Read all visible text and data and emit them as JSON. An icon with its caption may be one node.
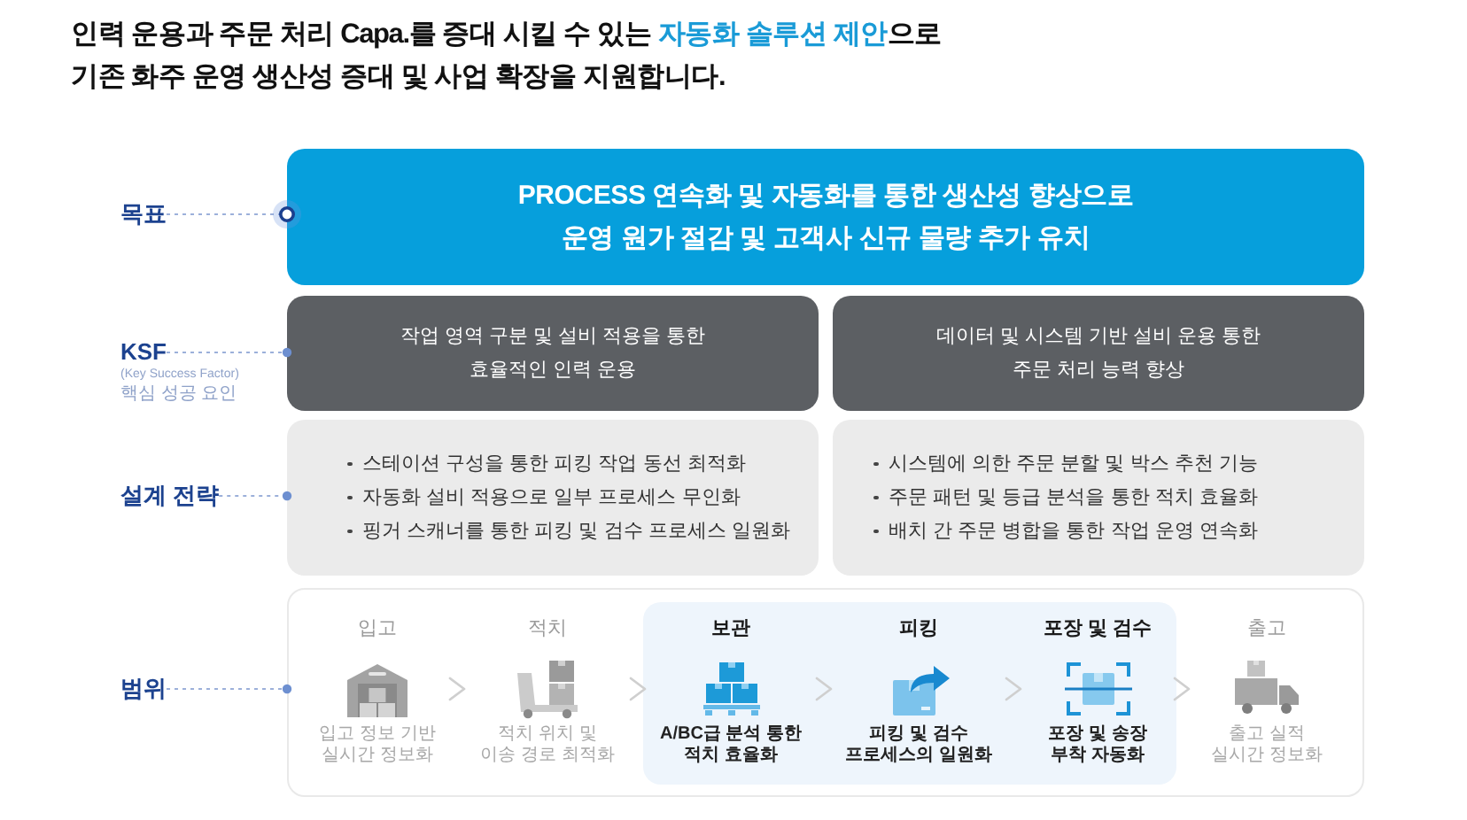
{
  "diagram": {
    "title": "인력 운용과 주문 처리 Capa.를 증대 시킬 수 있는 **자동화 솔루션 제안**으로 기존 화주 운영 생산성 증대 및 사업 확장을 지원합니다.",
    "nodes": [
      {
        "text": [
          "목표"
        ]
      },
      {
        "text": [
          "PROCESS 연속화 및 자동화를 통한 생산성 향상으로 운영 원가 절감 및 고객사 신규 물량 추가 유치"
        ]
      },
      {
        "text": [
          "KSF"
        ],
        "beside": [
          "(Key Success Factor)",
          "핵심 성공 요인"
        ]
      },
      {
        "text": [
          "작업 영역 구분 및 설비 적용을 통한 효율적인 인력 운용"
        ]
      },
      {
        "text": [
          "데이터 및 시스템 기반 설비 운용 통한 주문 처리 능력 향상"
        ]
      },
      {
        "text": [
          "설계 전략"
        ]
      },
      {
        "text": [
          "스테이션 구성을 통한 피킹 작업 동선 최적화",
          "자동화 설비 적용으로 일부 프로세스 무인화",
          "핑거 스캐너를 통한 피킹 및 검수 프로세스 일원화"
        ]
      },
      {
        "text": [
          "시스템에 의한 주문 분할 및 박스 추천 기능",
          "주문 패턴 및 등급 분석을 통한 적치 효율화",
          "배치 간 주문 병합을 통한 작업 운영 연속화"
        ]
      },
      {
        "text": [
          "범위"
        ]
      },
      {
        "text": [],
        "shape": "box"
      },
      {
        "text": [
          "입고",
          "입고 정보 기반 실시간 정보화"
        ],
        "in": 9
      },
      {
        "text": [
          "적치",
          "적치 위치 및 이송 경로 최적화"
        ],
        "in": 9
      },
      {
        "text": [],
        "shape": "box",
        "in": 9
      },
      {
        "text": [
          "보관",
          "A/BC급 분석 통한 적치 효율화"
        ],
        "in": 12
      },
      {
        "text": [
          "피킹",
          "피킹 및 검수 프로세스의 일원화"
        ],
        "in": 12
      },
      {
        "text": [
          "포장 및 검수",
          "포장 및 송장 부착 자동화"
        ],
        "in": 12
      },
      {
        "text": [
          "출고",
          "출고 실적 실시간 정보화"
        ],
        "in": 9
      }
    ],
    "edges": [
      {
        "from": 0,
        "to": 1,
        "arrow": "other",
        "style": "dashed",
        "color": "#9cb0da"
      },
      {
        "from": 2,
        "to": 3,
        "arrow": "other",
        "style": "dashed",
        "color": "#9cb0da"
      },
      {
        "from": 5,
        "to": 6,
        "arrow": "other",
        "style": "dashed",
        "color": "#9cb0da"
      },
      {
        "from": 8,
        "to": 9,
        "arrow": "other",
        "style": "dashed",
        "color": "#9cb0da"
      },
      {
        "from": 10,
        "to": 11,
        "arrow": "to"
      },
      {
        "from": 11,
        "to": 13,
        "arrow": "to"
      },
      {
        "from": 13,
        "to": 14,
        "arrow": "to"
      },
      {
        "from": 14,
        "to": 15,
        "arrow": "to"
      },
      {
        "from": 15,
        "to": 16,
        "arrow": "to"
      }
    ]
  }
}
